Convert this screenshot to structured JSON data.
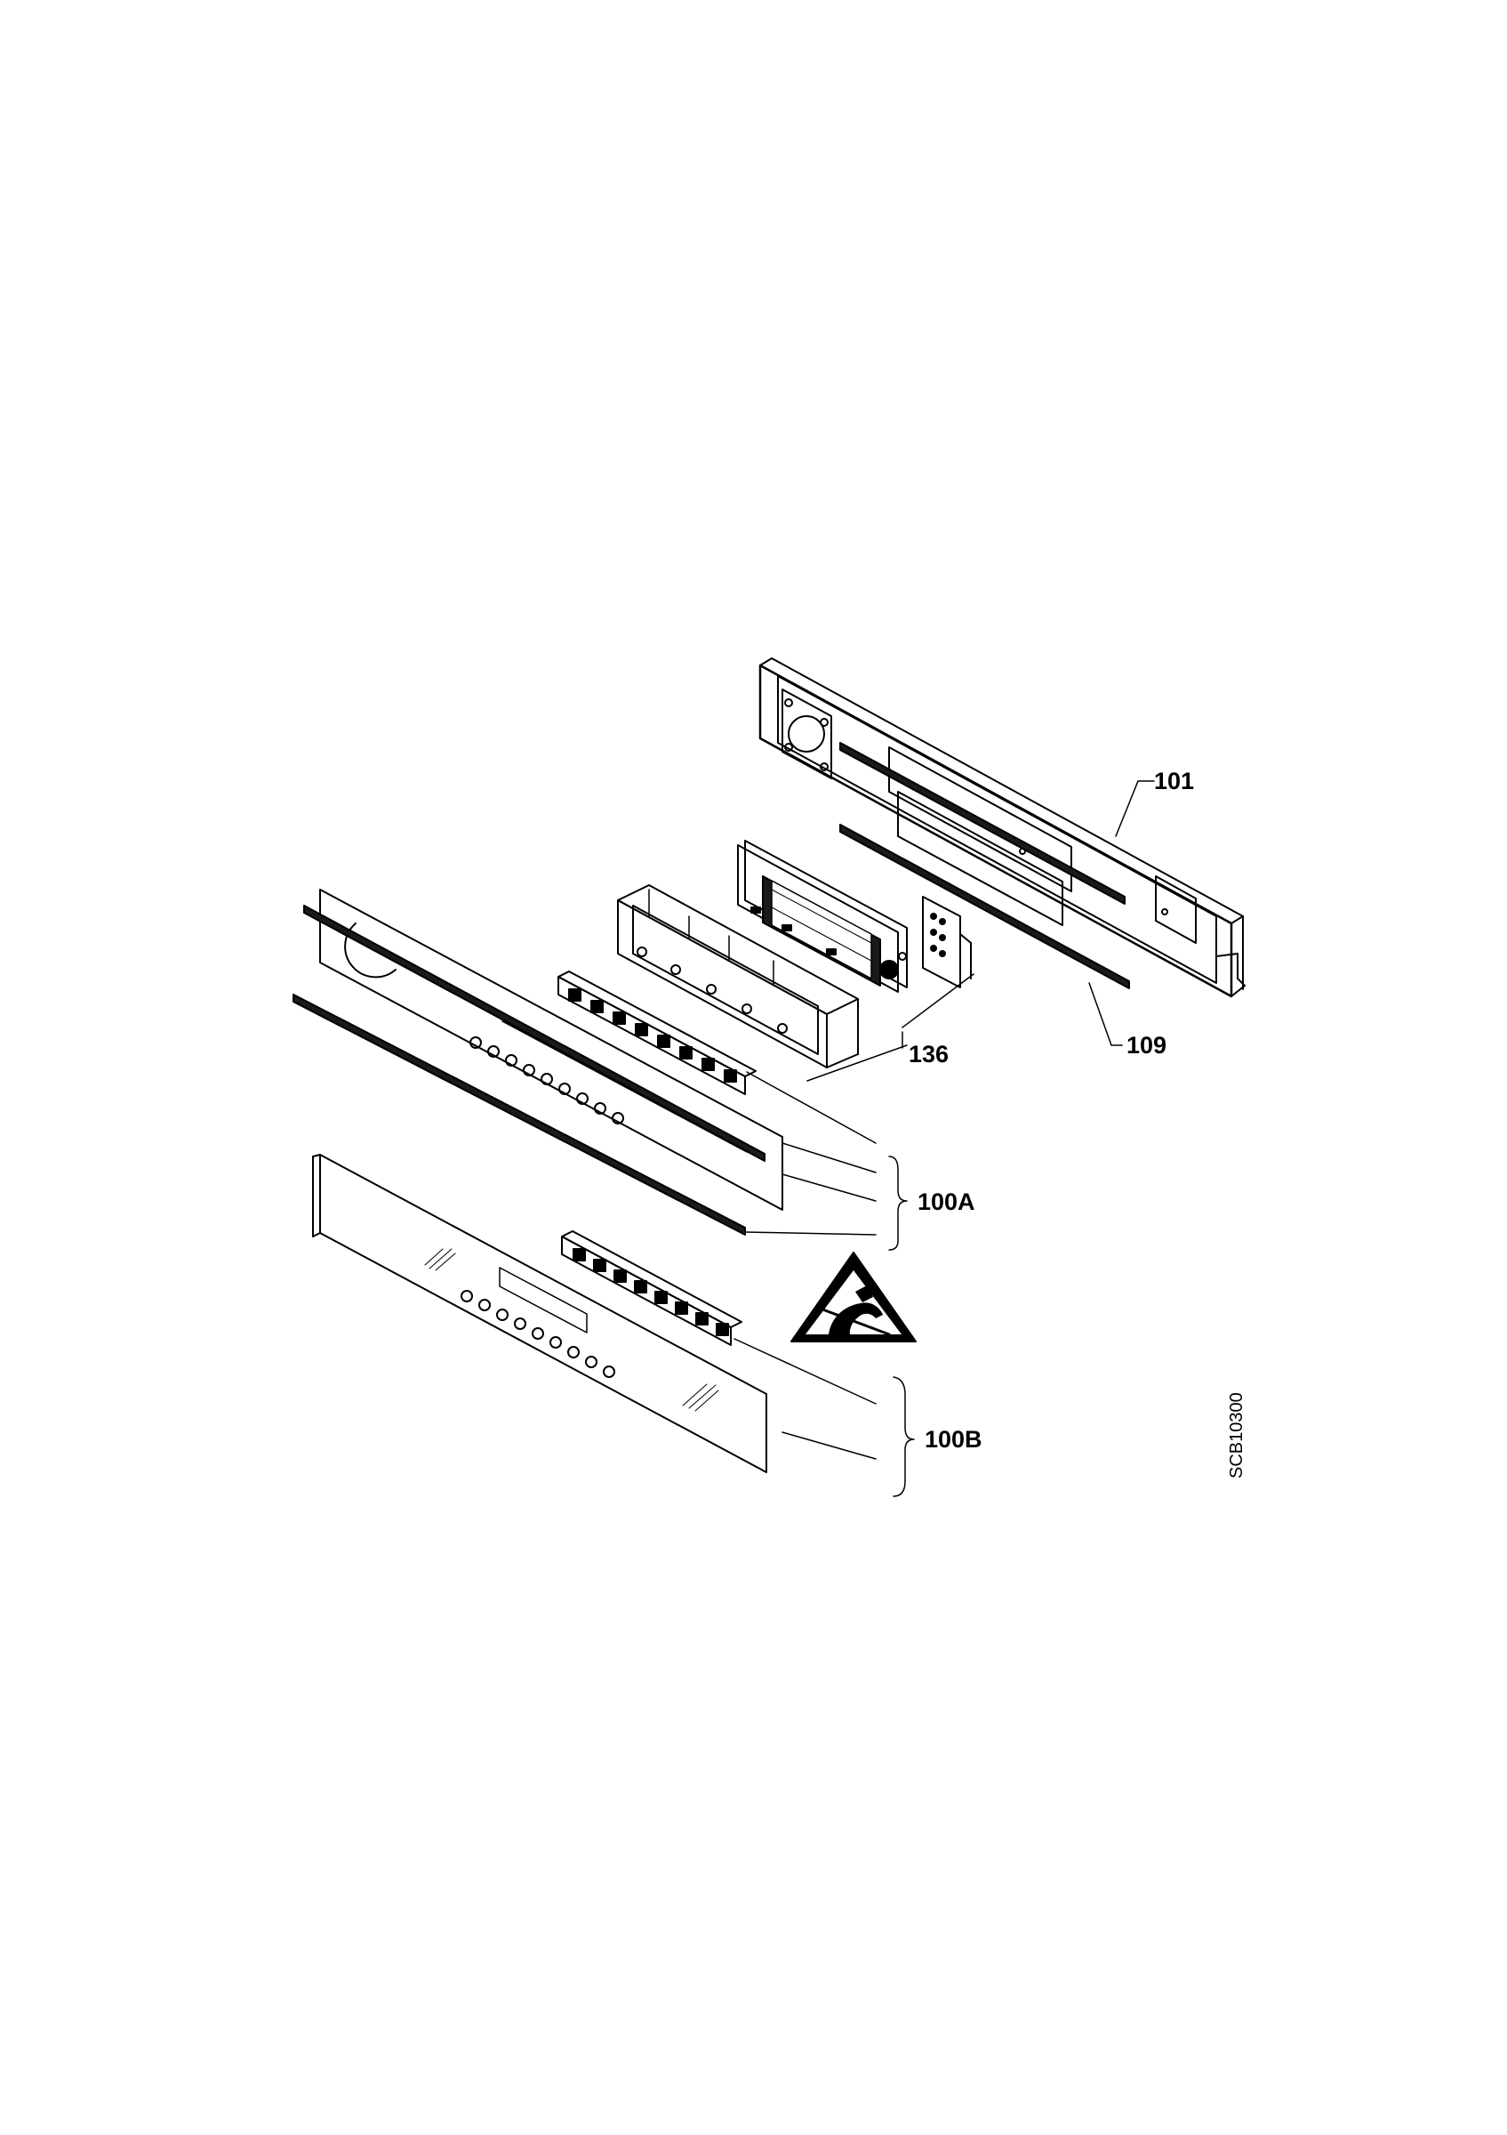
{
  "callouts": {
    "c101": "101",
    "c109": "109",
    "c136": "136",
    "c100a": "100A",
    "c100b": "100B"
  },
  "drawing_code": "SCB10300",
  "icons": {
    "esd_warning": "esd-warning-icon"
  }
}
